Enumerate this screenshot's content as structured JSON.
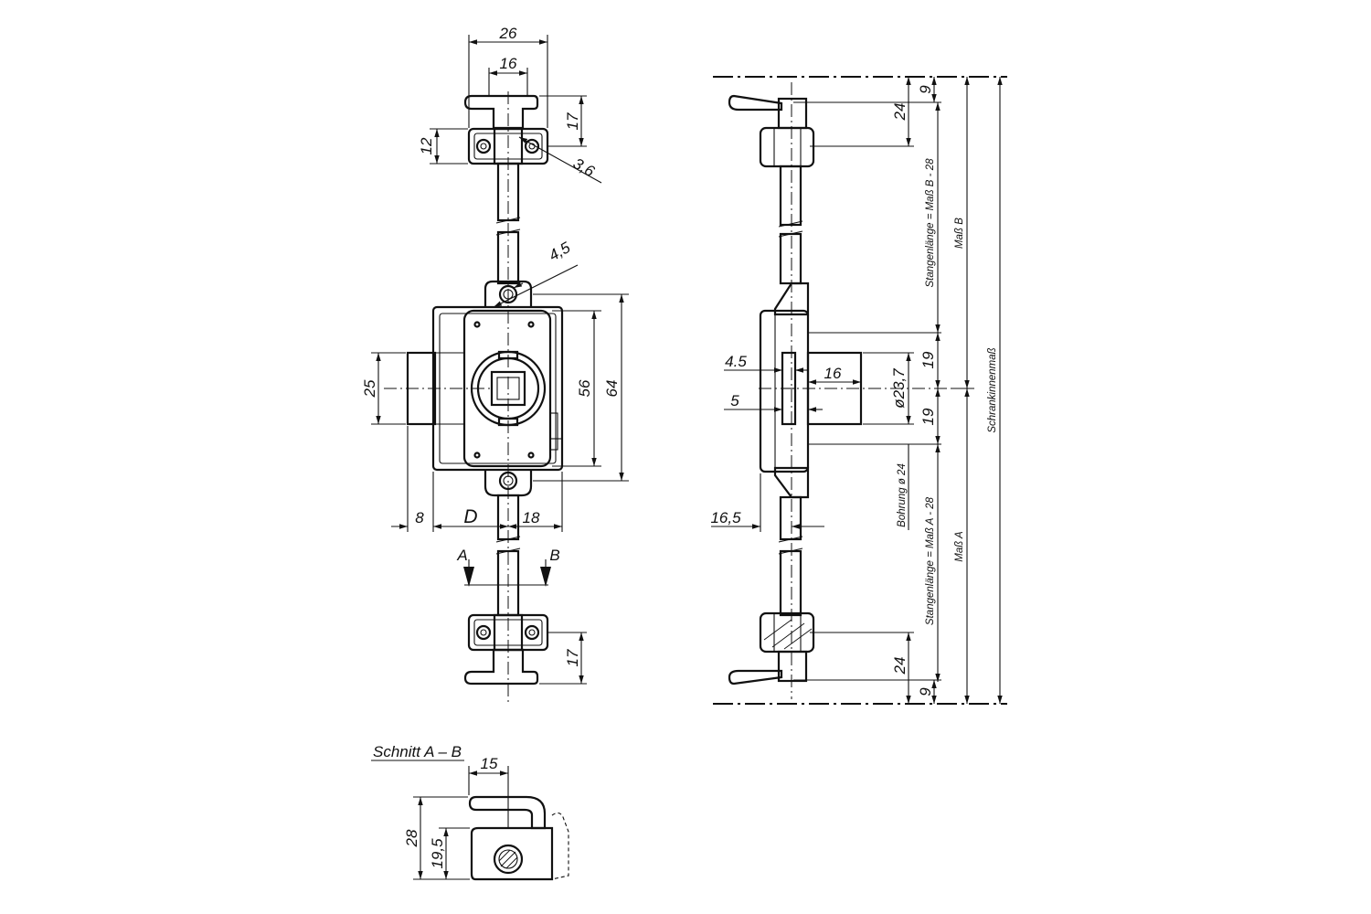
{
  "front_view": {
    "width_top": "26",
    "inner_width_top": "16",
    "height_top_bracket": "17",
    "bracket_height": "12",
    "hole_diameter": "3,6",
    "screw_hole": "4,5",
    "backset_height": "25",
    "inner_height": "56",
    "outer_height": "64",
    "left_offset": "8",
    "backset_label": "D",
    "right_offset": "18",
    "section_mark_a": "A",
    "section_mark_b": "B",
    "height_bottom_bracket": "17"
  },
  "side_view": {
    "top_gap": "9",
    "top_rod_offset": "24",
    "rod_length_upper": "Stangenlänge = Maß B - 28",
    "measure_b": "Maß B",
    "cabinet_height": "Schrankinnenmaß",
    "dim_4_5": "4.5",
    "dim_16": "16",
    "dim_5": "5",
    "cylinder_diameter": "ø23,7",
    "upper_19": "19",
    "lower_19": "19",
    "bore_note": "Bohrung ø 24",
    "dim_16_5": "16,5",
    "rod_length_lower": "Stangenlänge = Maß A - 28",
    "measure_a": "Maß A",
    "bottom_rod_offset": "24",
    "bottom_gap": "9"
  },
  "section_view": {
    "title": "Schnitt A – B",
    "width": "15",
    "total_height": "28",
    "inner_height": "19,5"
  }
}
